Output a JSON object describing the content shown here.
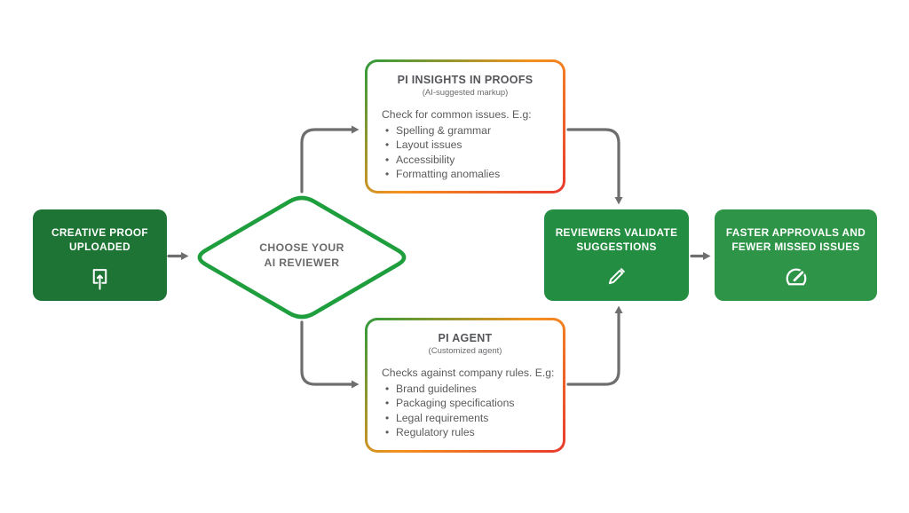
{
  "diagram": {
    "title": "AI reviewer proofing flow",
    "background": "#ffffff",
    "colors": {
      "start_box_green": "#1d7434",
      "validate_box_green": "#238e41",
      "outcome_box_green": "#2e9447",
      "diamond_border_green": "#1f9e3e",
      "gradient_green": "#2e9b3c",
      "gradient_orange": "#f5921f",
      "gradient_red": "#e8392e",
      "arrow_gray": "#6e6e6e",
      "body_text_gray": "#58595b"
    },
    "nodes": {
      "start": {
        "label": "CREATIVE PROOF UPLOADED",
        "icon": "upload-icon"
      },
      "decision": {
        "label": "CHOOSE YOUR AI REVIEWER"
      },
      "insights": {
        "title": "PI INSIGHTS IN PROOFS",
        "subtitle": "(AI-suggested markup)",
        "intro": "Check for common issues. E.g:",
        "bullets": [
          "Spelling & grammar",
          "Layout issues",
          "Accessibility",
          "Formatting anomalies"
        ]
      },
      "agent": {
        "title": "PI AGENT",
        "subtitle": "(Customized agent)",
        "intro": "Checks against company rules. E.g:",
        "bullets": [
          "Brand guidelines",
          "Packaging specifications",
          "Legal requirements",
          "Regulatory rules"
        ]
      },
      "validate": {
        "label": "REVIEWERS VALIDATE SUGGESTIONS",
        "icon": "pencil-icon"
      },
      "outcome": {
        "label": "FASTER APPROVALS AND FEWER MISSED ISSUES",
        "icon": "gauge-icon"
      }
    }
  }
}
